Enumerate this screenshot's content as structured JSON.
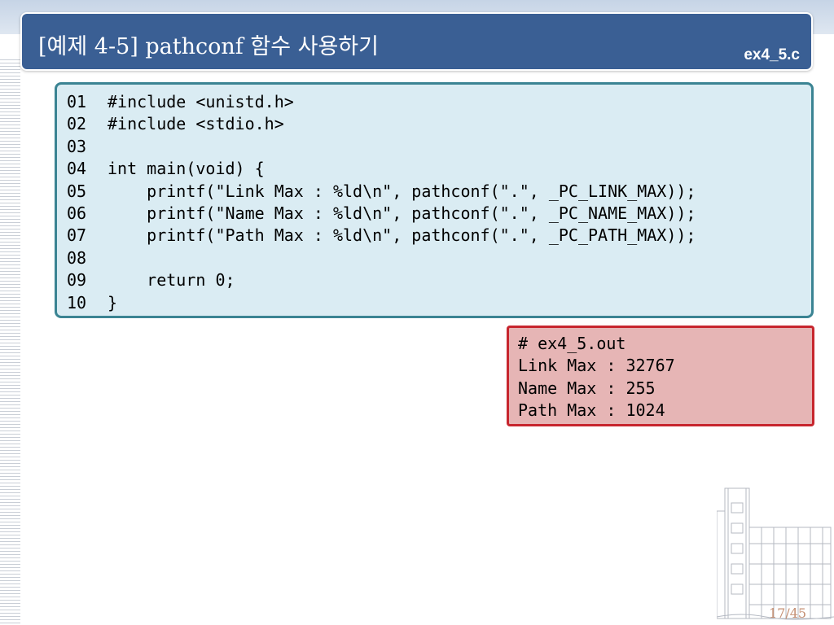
{
  "slide": {
    "title": "[예제 4-5] pathconf 함수 사용하기",
    "file_label": "ex4_5.c",
    "page_number": "17/45"
  },
  "code": {
    "lines": [
      {
        "num": "01",
        "text": "#include <unistd.h>"
      },
      {
        "num": "02",
        "text": "#include <stdio.h>"
      },
      {
        "num": "03",
        "text": ""
      },
      {
        "num": "04",
        "text": "int main(void) {"
      },
      {
        "num": "05",
        "text": "    printf(\"Link Max : %ld\\n\", pathconf(\".\", _PC_LINK_MAX));"
      },
      {
        "num": "06",
        "text": "    printf(\"Name Max : %ld\\n\", pathconf(\".\", _PC_NAME_MAX));"
      },
      {
        "num": "07",
        "text": "    printf(\"Path Max : %ld\\n\", pathconf(\".\", _PC_PATH_MAX));"
      },
      {
        "num": "08",
        "text": ""
      },
      {
        "num": "09",
        "text": "    return 0;"
      },
      {
        "num": "10",
        "text": "}"
      }
    ]
  },
  "output": {
    "lines": [
      "# ex4_5.out",
      "Link Max : 32767",
      "Name Max : 255",
      "Path Max : 1024"
    ]
  },
  "colors": {
    "title_bar": "#3a5f94",
    "code_bg": "#daecf3",
    "code_border": "#3b8493",
    "output_bg": "#e6b5b5",
    "output_border": "#c7262e"
  },
  "decoration": {
    "illustration": "building-sketch-icon"
  }
}
